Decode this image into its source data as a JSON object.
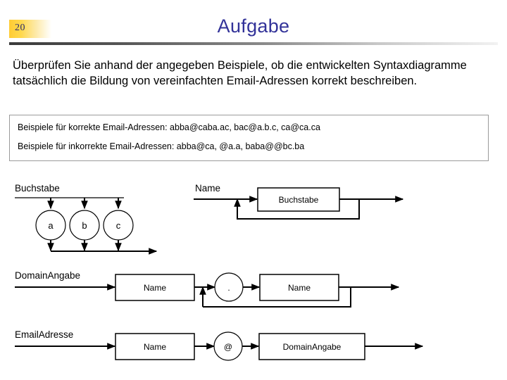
{
  "header": {
    "slide_number": "20",
    "title": "Aufgabe",
    "badge_color": "#ffcc33",
    "title_color": "#333399"
  },
  "intro": {
    "paragraph": "Überprüfen Sie anhand der angegeben Beispiele, ob die entwickelten Syntaxdiagramme tatsächlich die Bildung von vereinfachten Email-Adressen korrekt beschreiben."
  },
  "examples": {
    "correct_line": "Beispiele für korrekte Email-Adressen: abba@caba.ac, bac@a.b.c, ca@ca.ca",
    "incorrect_line": "Beispiele für inkorrekte Email-Adressen: abba@ca, @a.a, baba@@bc.ba",
    "border_color": "#9a9a9a"
  },
  "diagrams": {
    "buchstabe": {
      "label": "Buchstabe",
      "terminals": [
        "a",
        "b",
        "c"
      ]
    },
    "name": {
      "label": "Name",
      "node": "Buchstabe"
    },
    "domain_angabe": {
      "label": "DomainAngabe",
      "node_first": "Name",
      "separator": ".",
      "node_second": "Name"
    },
    "email_adresse": {
      "label": "EmailAdresse",
      "node_first": "Name",
      "separator": "@",
      "node_second": "DomainAngabe"
    }
  }
}
